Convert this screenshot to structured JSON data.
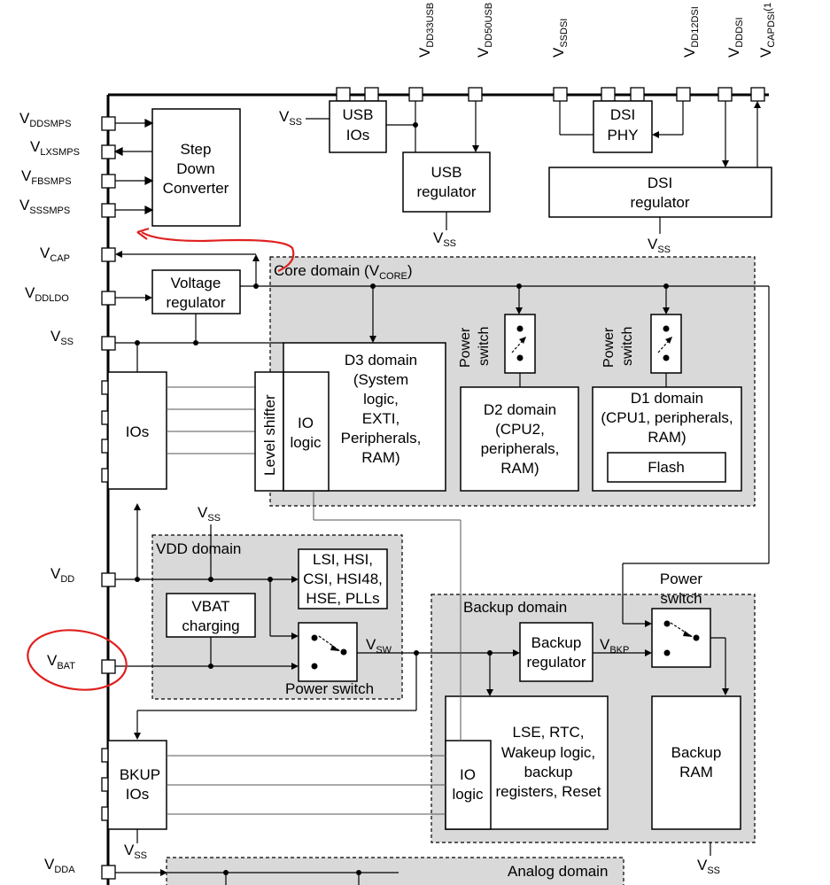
{
  "pins_left": {
    "vddsmps": {
      "main": "V",
      "sub": "DDSMPS"
    },
    "vlxsmps": {
      "main": "V",
      "sub": "LXSMPS"
    },
    "vfbsmps": {
      "main": "V",
      "sub": "FBSMPS"
    },
    "vsssmps": {
      "main": "V",
      "sub": "SSSMPS"
    },
    "vcap": {
      "main": "V",
      "sub": "CAP"
    },
    "vddldo": {
      "main": "V",
      "sub": "DDLDO"
    },
    "vss": {
      "main": "V",
      "sub": "SS"
    },
    "vdd": {
      "main": "V",
      "sub": "DD"
    },
    "vbat": {
      "main": "V",
      "sub": "BAT"
    },
    "vdda": {
      "main": "V",
      "sub": "DDA"
    }
  },
  "pins_top": {
    "vdd33usb": {
      "main": "V",
      "sub": "DD33USB"
    },
    "vdd50usb": {
      "main": "V",
      "sub": "DD50USB"
    },
    "vssdsi": {
      "main": "V",
      "sub": "SSDSI"
    },
    "vdd12dsi": {
      "main": "V",
      "sub": "DD12DSI"
    },
    "vdddsi": {
      "main": "V",
      "sub": "DDDSI"
    },
    "vcapdsi": {
      "main": "V",
      "sub": "CAPDSI",
      "sup": "(1"
    }
  },
  "vss_labels": {
    "main": "V",
    "sub": "SS"
  },
  "blocks": {
    "step_down": [
      "Step",
      "Down",
      "Converter"
    ],
    "usb_ios": [
      "USB",
      "IOs"
    ],
    "usb_regulator": [
      "USB",
      "regulator"
    ],
    "dsi_phy": [
      "DSI",
      "PHY"
    ],
    "dsi_regulator": [
      "DSI",
      "regulator"
    ],
    "voltage_regulator": [
      "Voltage",
      "regulator"
    ],
    "ios": "IOs",
    "level_shifter": "Level shifter",
    "io_logic": [
      "IO",
      "logic"
    ],
    "d3_domain": [
      "D3 domain",
      "(System",
      "logic,",
      "EXTI,",
      "Peripherals,",
      "RAM)"
    ],
    "d2_domain": [
      "D2 domain",
      "(CPU2,",
      "peripherals,",
      "RAM)"
    ],
    "d1_domain": [
      "D1 domain",
      "(CPU1, peripherals,",
      "RAM)"
    ],
    "flash": "Flash",
    "power_switch_vertical": [
      "Power",
      "switch"
    ],
    "lsi_box": [
      "LSI, HSI,",
      "CSI, HSI48,",
      "HSE, PLLs"
    ],
    "vbat_charging": [
      "VBAT",
      "charging"
    ],
    "backup_regulator": [
      "Backup",
      "regulator"
    ],
    "lse_box": [
      "LSE, RTC,",
      "Wakeup logic,",
      "backup",
      "registers, Reset"
    ],
    "backup_ram": [
      "Backup",
      "RAM"
    ],
    "bkup_ios": [
      "BKUP",
      "IOs"
    ]
  },
  "domains": {
    "core": {
      "prefix": "Core domain (V",
      "sub": "CORE",
      "suffix": ")"
    },
    "vdd": "VDD domain",
    "backup": "Backup domain",
    "analog": "Analog domain"
  },
  "signals": {
    "vsw": {
      "main": "V",
      "sub": "SW"
    },
    "vbkp": {
      "main": "V",
      "sub": "BKP"
    },
    "power_switch": "Power switch",
    "power_switch_top": [
      "Power",
      "switch"
    ]
  },
  "annotation_color": "#e02020",
  "domain_fill": "#d9d9d9"
}
